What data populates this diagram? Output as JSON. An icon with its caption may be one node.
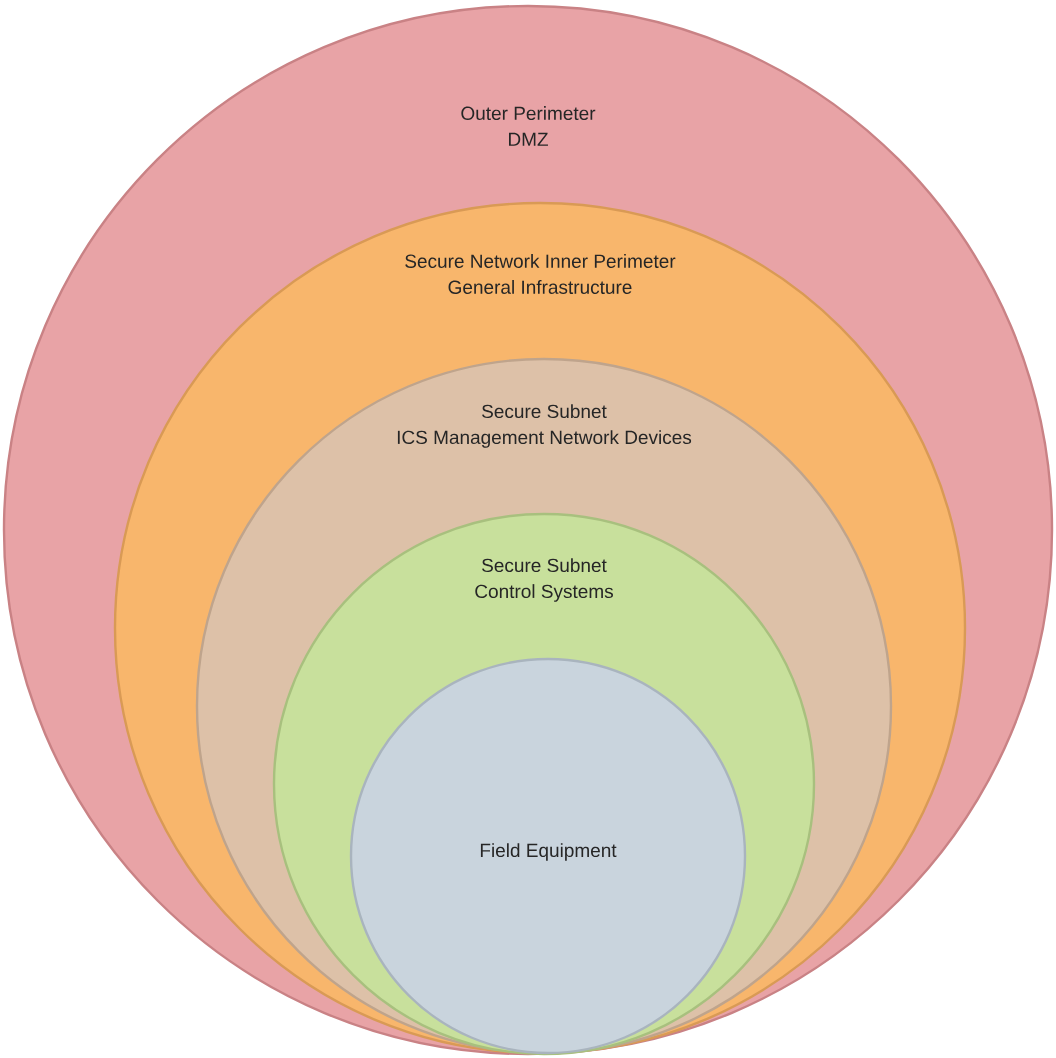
{
  "diagram": {
    "nodes": [
      {
        "text": [
          "Outer Perimeter",
          "DMZ"
        ]
      },
      {
        "text": [
          "Secure Network Inner Perimeter",
          "General Infrastructure"
        ],
        "in": 0
      },
      {
        "text": [
          "Secure Subnet",
          "ICS Management Network Devices"
        ],
        "in": 1
      },
      {
        "text": [
          "Secure Subnet",
          "Control Systems"
        ],
        "in": 2
      },
      {
        "text": [
          "Field Equipment"
        ],
        "in": 3
      }
    ]
  }
}
